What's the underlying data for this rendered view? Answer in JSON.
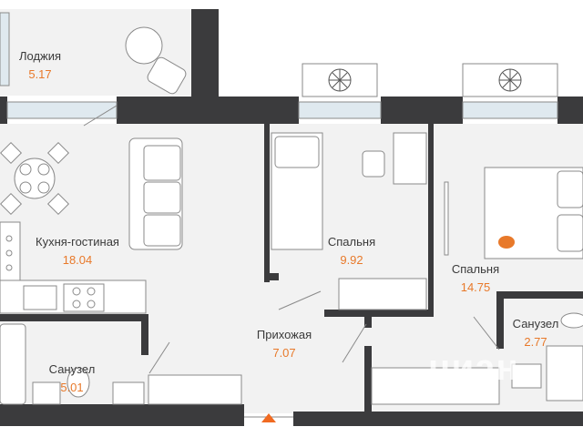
{
  "plan": {
    "colors": {
      "wall": "#3b3b3d",
      "floor": "#f2f2f2",
      "furniture": "#ffffff",
      "line": "#8a8a8a",
      "accent": "#e8792a",
      "entrance": "#f06a21"
    },
    "rooms": [
      {
        "id": "loggia",
        "name": "Лоджия",
        "area": "5.17"
      },
      {
        "id": "kitchen-living",
        "name": "Кухня-гостиная",
        "area": "18.04"
      },
      {
        "id": "bedroom-1",
        "name": "Спальня",
        "area": "9.92"
      },
      {
        "id": "bedroom-2",
        "name": "Спальня",
        "area": "14.75"
      },
      {
        "id": "hallway",
        "name": "Прихожая",
        "area": "7.07"
      },
      {
        "id": "bathroom-1",
        "name": "Санузел",
        "area": "5.01"
      },
      {
        "id": "bathroom-2",
        "name": "Санузел",
        "area": "2.77"
      }
    ],
    "icons": [
      "ac-unit-icon",
      "ac-unit-icon",
      "entrance-arrow-icon",
      "cat-icon"
    ],
    "watermark": "циан"
  }
}
